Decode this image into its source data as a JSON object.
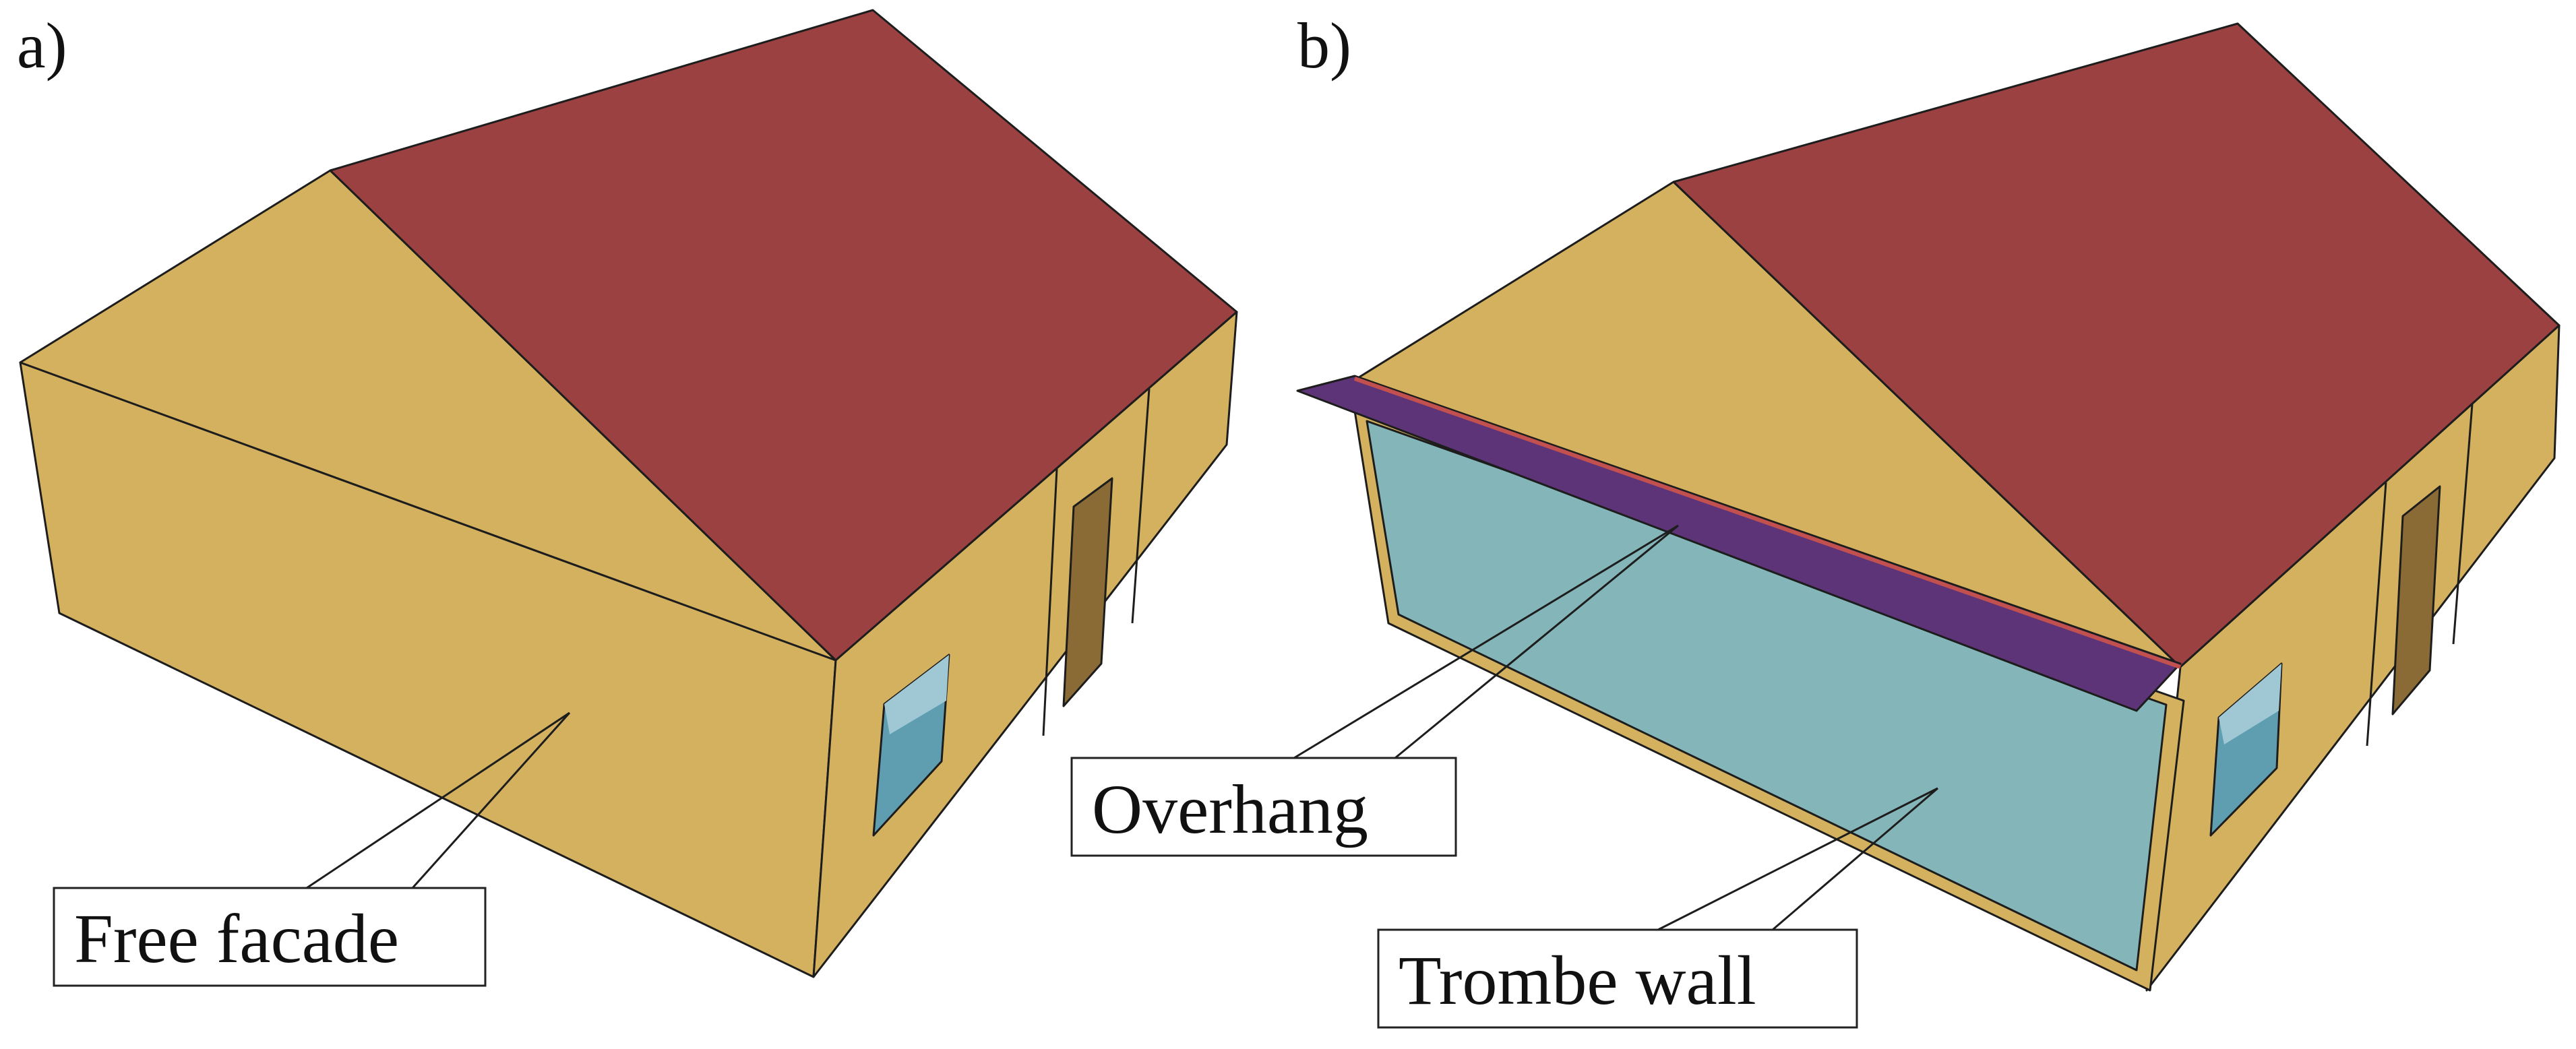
{
  "panels": [
    {
      "label": "a)",
      "callouts": [
        {
          "text": "Free facade"
        }
      ]
    },
    {
      "label": "b)",
      "callouts": [
        {
          "text": "Overhang"
        },
        {
          "text": "Trombe wall"
        }
      ]
    }
  ],
  "colors": {
    "wall": "#d4b15f",
    "roof": "#9b4142",
    "window_glass": "#5f9eb0",
    "door": "#8a6b35",
    "trombe_glazing": "#84b6b9",
    "overhang": "#5e3478",
    "outline": "#1d1d1d"
  }
}
